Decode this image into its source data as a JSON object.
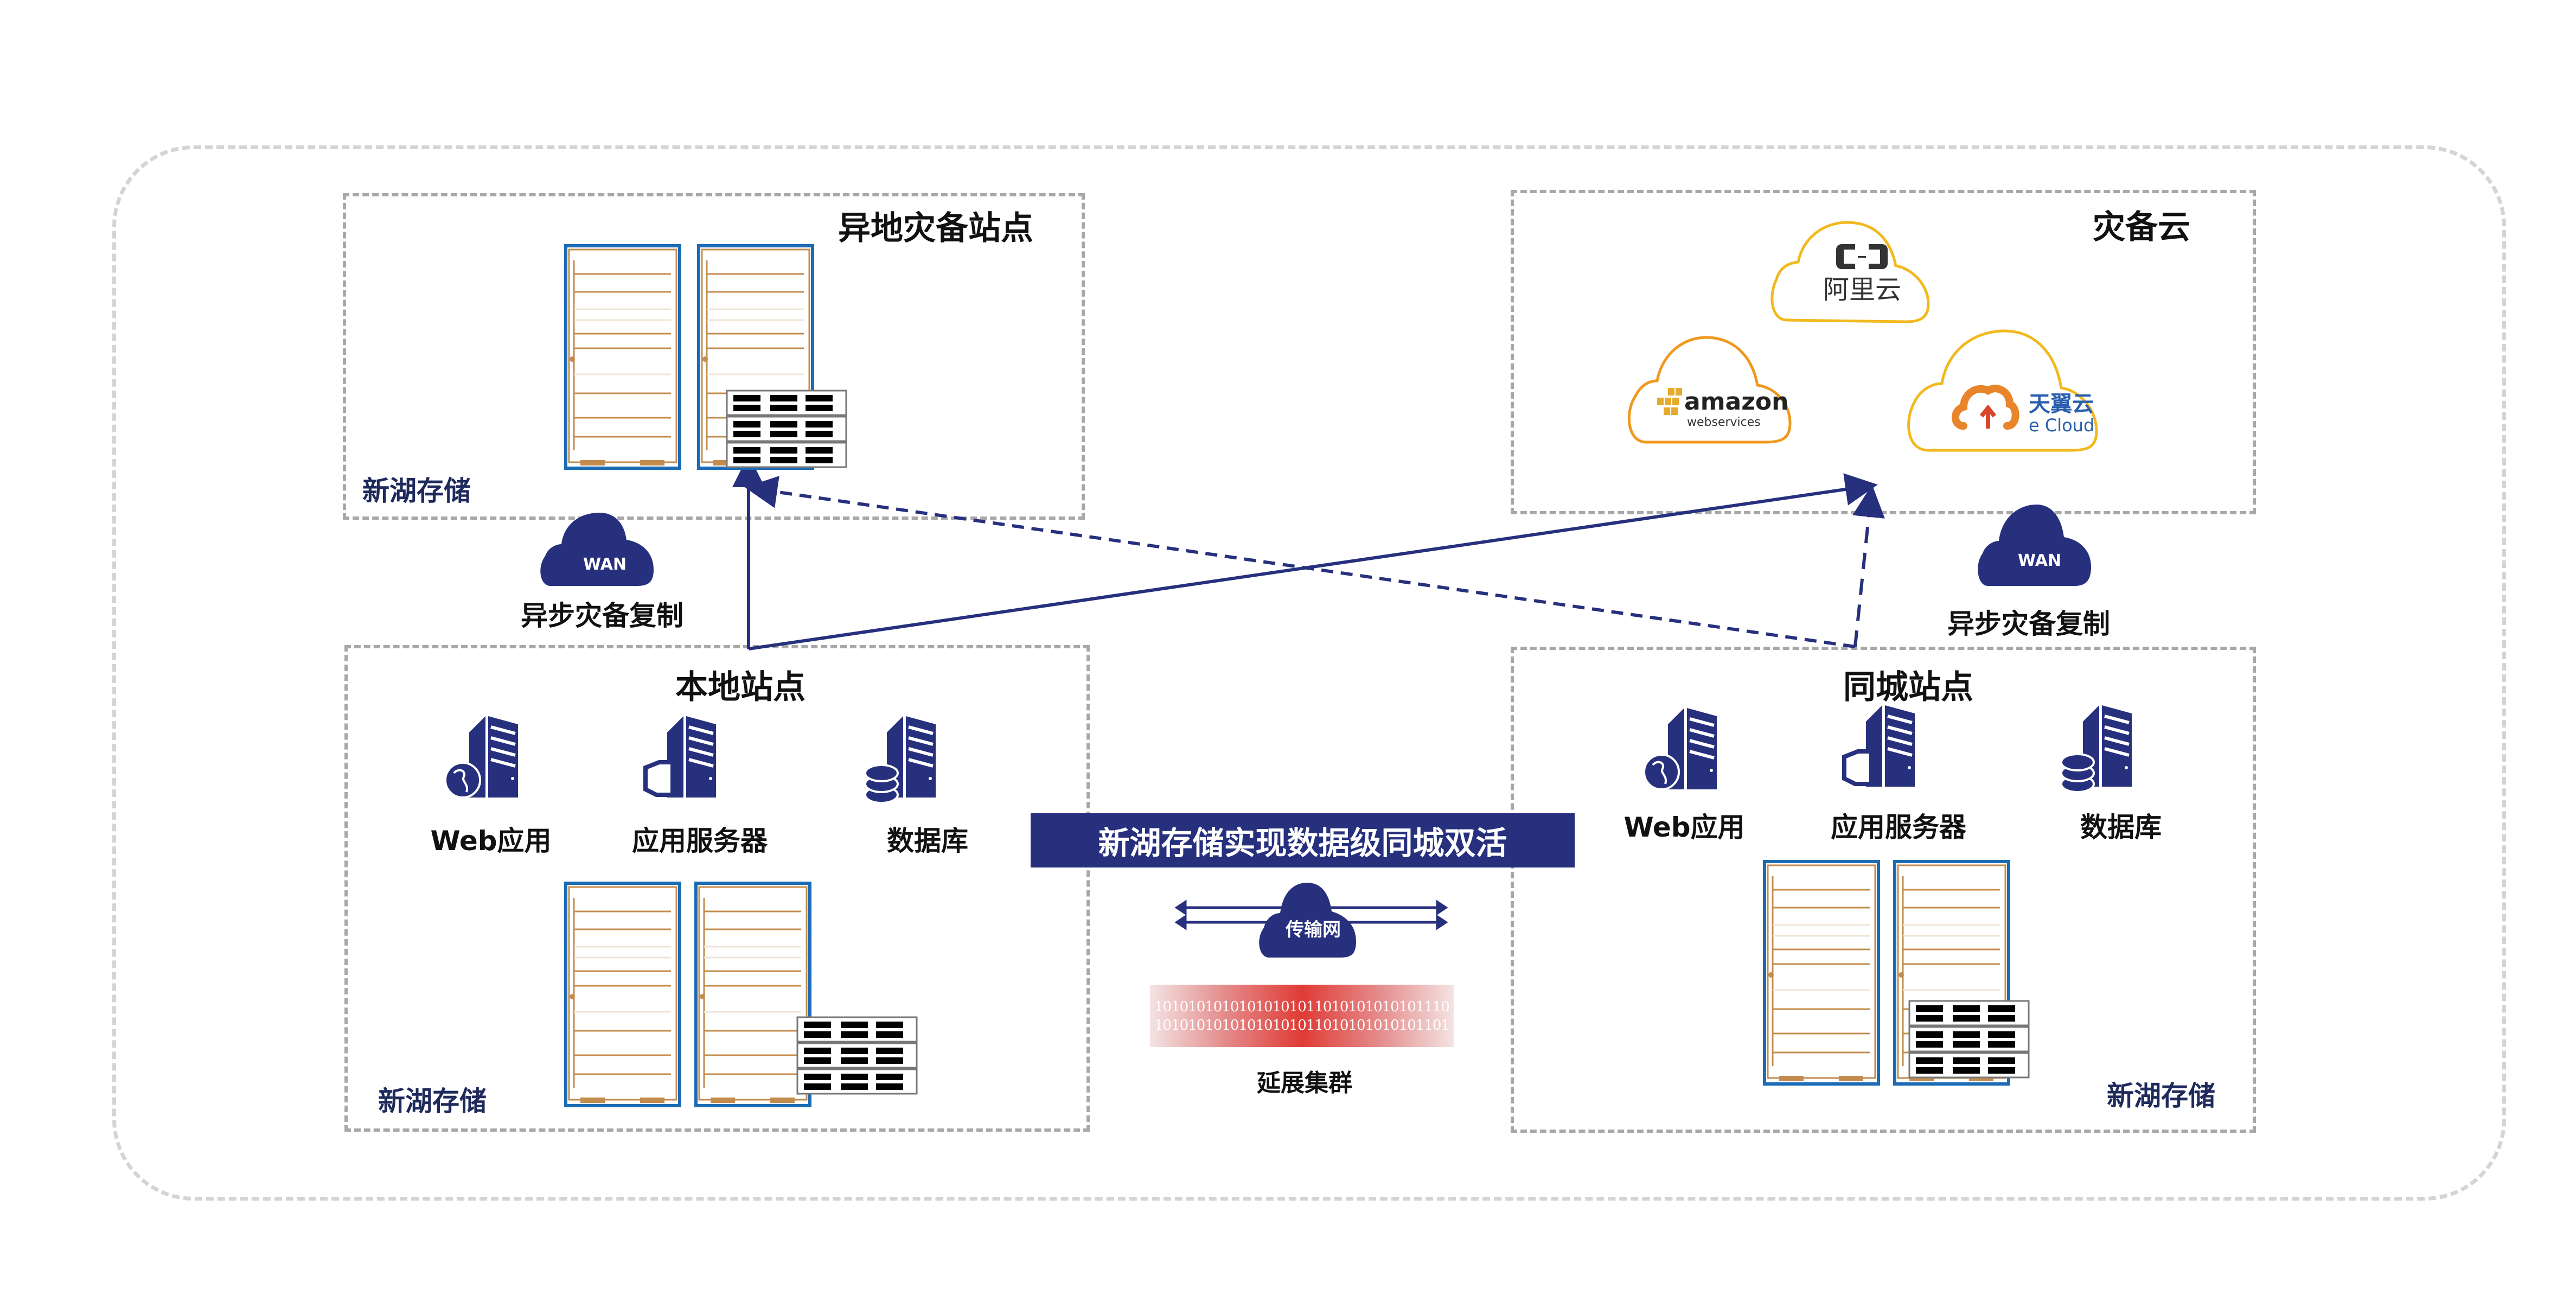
{
  "sites": {
    "remote_dr": {
      "title": "异地灾备站点",
      "brand": "新湖存储"
    },
    "dr_cloud": {
      "title": "灾备云",
      "providers": [
        {
          "name": "阿里云",
          "icon": "aliyun-logo-icon",
          "color": "#f2b91e"
        },
        {
          "name": "amazon",
          "sub": "webservices",
          "icon": "aws-logo-icon",
          "color": "#f0981e"
        },
        {
          "name": "天翼云",
          "sub": "e Cloud",
          "icon": "tianyi-cloud-logo-icon",
          "color": "#f2b91e"
        }
      ]
    },
    "local": {
      "title": "本地站点",
      "brand": "新湖存储",
      "servers": [
        {
          "label": "Web应用",
          "icon": "web-server-icon"
        },
        {
          "label": "应用服务器",
          "icon": "app-server-icon"
        },
        {
          "label": "数据库",
          "icon": "database-server-icon"
        }
      ]
    },
    "same_city": {
      "title": "同城站点",
      "brand": "新湖存储",
      "servers": [
        {
          "label": "Web应用",
          "icon": "web-server-icon"
        },
        {
          "label": "应用服务器",
          "icon": "app-server-icon"
        },
        {
          "label": "数据库",
          "icon": "database-server-icon"
        }
      ]
    }
  },
  "wan_left": {
    "cloud_label": "WAN",
    "caption": "异步灾备复制"
  },
  "wan_right": {
    "cloud_label": "WAN",
    "caption": "异步灾备复制"
  },
  "banner": "新湖存储实现数据级同城双活",
  "transport": {
    "cloud_label": "传输网"
  },
  "stretch_cluster": {
    "binary_lines": [
      "10101010101010101011010101010101110",
      "10101010101010101011010101010101101"
    ],
    "caption": "延展集群"
  },
  "colors": {
    "navy": "#27307d",
    "rack_border": "#1c6bb5",
    "rack_line": "#c38c4f",
    "dash": "#a8a8a8",
    "outer_dash": "#d4d4d4",
    "binary_red": "#e03b35"
  }
}
